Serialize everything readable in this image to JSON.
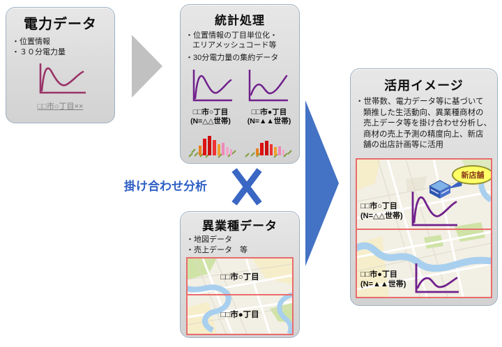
{
  "power_box": {
    "title": "電力データ",
    "bullets": [
      "・位置情報",
      "・３０分電力量"
    ],
    "caption": "□□市○丁目××"
  },
  "stats_box": {
    "title": "統計処理",
    "bullet1_line1": "・位置情報の丁目単位化・",
    "bullet1_line2": "エリアメッシュコード等",
    "bullet2": "・30分電力量の集約データ",
    "chart1_label1": "□□市○丁目",
    "chart1_label2": "(N=△△世帯)",
    "chart2_label1": "□□市●丁目",
    "chart2_label2": "(N=▲▲世帯)"
  },
  "cross": {
    "label": "掛け合わせ分析"
  },
  "industry_box": {
    "title": "異業種データ",
    "bullets": [
      "・地図データ",
      "・売上データ　等"
    ],
    "region1_label": "□□市○丁目",
    "region2_label": "□□市●丁目"
  },
  "usage_box": {
    "title": "活用イメージ",
    "desc_lines": [
      "・世帯数、電力データ等に基づいて",
      "類推した生活動向、異業種商材の",
      "売上データ等を掛け合わせ分析し、",
      "商材の売上予測の精度向上、新店",
      "舗の出店計画等に活用"
    ],
    "region1_label1": "□□市○丁目",
    "region1_label2": "(N=△△世帯)",
    "region2_label1": "□□市●丁目",
    "region2_label2": "(N=▲▲世帯)",
    "callout": "新店舗"
  },
  "colors": {
    "accent_blue": "#4472c4",
    "cross_text_blue": "#2e5fc4",
    "chart_purple": "#70208c",
    "chart_plum": "#993366",
    "map_border_red": "#e96b6b",
    "callout_yellow": "#ffff66",
    "box_gray": "#dadada"
  }
}
